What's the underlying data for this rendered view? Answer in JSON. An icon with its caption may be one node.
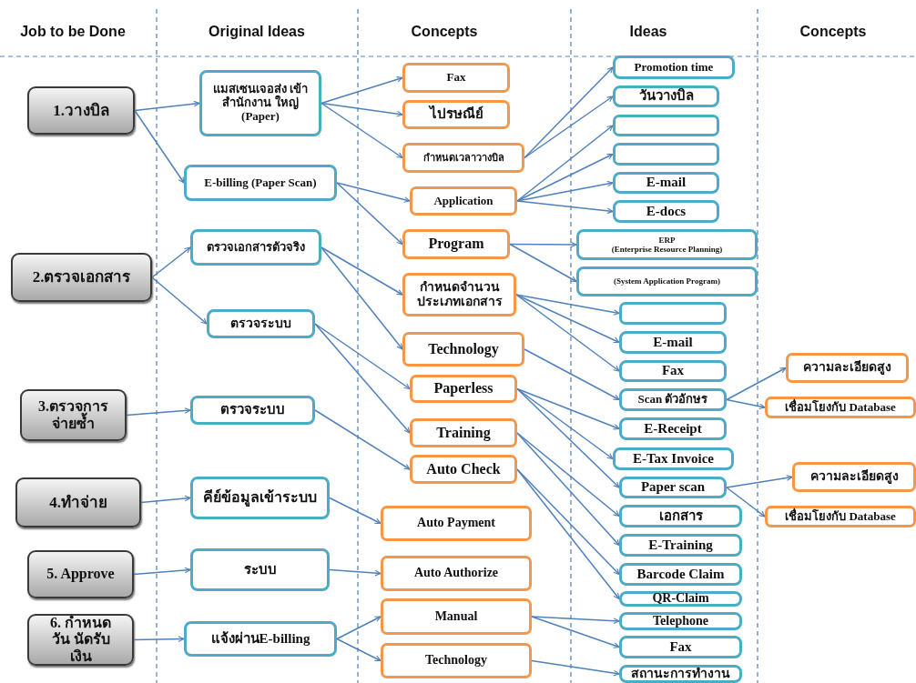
{
  "diagram": {
    "nodes": [
      {
        "text": [
          "1.วางบิล"
        ]
      },
      {
        "text": [
          "2.ตรวจเอกสาร"
        ]
      },
      {
        "text": [
          "3.ตรวจการ จ่ายซ้ำ"
        ]
      },
      {
        "text": [
          "4.ทำจ่าย"
        ]
      },
      {
        "text": [
          "5. Approve"
        ]
      },
      {
        "text": [
          "6. กำหนดวัน นัดรับเงิน"
        ]
      },
      {
        "text": [
          "แมสเซนเจอส่ง เข้าสำนักงาน ใหญ่ (Paper)"
        ]
      },
      {
        "text": [
          "E-billing (Paper Scan)"
        ]
      },
      {
        "text": [
          "ตรวจเอกสารตัวจริง"
        ]
      },
      {
        "text": [
          "ตรวจระบบ"
        ]
      },
      {
        "text": [
          "ตรวจระบบ"
        ]
      },
      {
        "text": [
          "คีย์ข้อมูลเข้าระบบ"
        ]
      },
      {
        "text": [
          "ระบบ"
        ]
      },
      {
        "text": [
          "แจ้งผ่านE-billing"
        ]
      },
      {
        "text": [
          "Fax"
        ]
      },
      {
        "text": [
          "ไปรษณีย์"
        ]
      },
      {
        "text": [
          "กำหนดเวลาวางบิล"
        ]
      },
      {
        "text": [
          "Application"
        ]
      },
      {
        "text": [
          "Program"
        ]
      },
      {
        "text": [
          "กำหนดจำนวน ประเภทเอกสาร"
        ]
      },
      {
        "text": [
          "Technology"
        ]
      },
      {
        "text": [
          "Paperless"
        ]
      },
      {
        "text": [
          "Training"
        ]
      },
      {
        "text": [
          "Auto Check"
        ]
      },
      {
        "text": [
          "Auto Payment"
        ]
      },
      {
        "text": [
          "Auto  Authorize"
        ]
      },
      {
        "text": [
          "Manual"
        ]
      },
      {
        "text": [
          "Technology"
        ]
      },
      {
        "text": [
          "Promotion time"
        ]
      },
      {
        "text": [
          "วันวางบิล"
        ]
      },
      {
        "text": [],
        "shape": "box"
      },
      {
        "text": [],
        "shape": "box"
      },
      {
        "text": [
          "E-mail"
        ]
      },
      {
        "text": [
          "E-docs"
        ]
      },
      {
        "text": [
          "ERP",
          "(Enterprise Resource Planning)"
        ]
      },
      {
        "text": [
          "(System Application Program)"
        ]
      },
      {
        "text": [],
        "shape": "box"
      },
      {
        "text": [
          "E-mail"
        ]
      },
      {
        "text": [
          "Fax"
        ]
      },
      {
        "text": [
          "Scan ตัวอักษร"
        ]
      },
      {
        "text": [
          "E-Receipt"
        ]
      },
      {
        "text": [
          "E-Tax Invoice"
        ]
      },
      {
        "text": [
          "Paper scan"
        ]
      },
      {
        "text": [
          "เอกสาร"
        ]
      },
      {
        "text": [
          "E-Training"
        ]
      },
      {
        "text": [
          "Barcode Claim"
        ]
      },
      {
        "text": [
          "QR-Claim"
        ]
      },
      {
        "text": [
          "Telephone"
        ]
      },
      {
        "text": [
          "Fax"
        ]
      },
      {
        "text": [
          "สถานะการทำงาน"
        ]
      },
      {
        "text": [
          "ความละเอียดสูง"
        ]
      },
      {
        "text": [
          "เชื่อมโยงกับ Database"
        ]
      },
      {
        "text": [
          "ความละเอียดสูง"
        ]
      },
      {
        "text": [
          "เชื่อมโยงกับ Database"
        ]
      }
    ],
    "edges": [
      {
        "from": 0,
        "to": 6,
        "arrow": "to"
      },
      {
        "from": 0,
        "to": 7,
        "arrow": "to"
      },
      {
        "from": 1,
        "to": 8,
        "arrow": "to"
      },
      {
        "from": 1,
        "to": 9,
        "arrow": "to"
      },
      {
        "from": 2,
        "to": 10,
        "arrow": "to"
      },
      {
        "from": 3,
        "to": 11,
        "arrow": "to"
      },
      {
        "from": 4,
        "to": 12,
        "arrow": "to"
      },
      {
        "from": 5,
        "to": 13,
        "arrow": "to"
      },
      {
        "from": 6,
        "to": 14,
        "arrow": "to"
      },
      {
        "from": 6,
        "to": 15,
        "arrow": "to"
      },
      {
        "from": 6,
        "to": 16,
        "arrow": "to"
      },
      {
        "from": 7,
        "to": 17,
        "arrow": "to"
      },
      {
        "from": 7,
        "to": 18,
        "arrow": "to"
      },
      {
        "from": 8,
        "to": 19,
        "arrow": "to"
      },
      {
        "from": 8,
        "to": 20,
        "arrow": "to"
      },
      {
        "from": 9,
        "to": 21,
        "arrow": "to"
      },
      {
        "from": 9,
        "to": 22,
        "arrow": "to"
      },
      {
        "from": 10,
        "to": 23,
        "arrow": "to"
      },
      {
        "from": 11,
        "to": 24,
        "arrow": "to"
      },
      {
        "from": 12,
        "to": 25,
        "arrow": "to"
      },
      {
        "from": 13,
        "to": 26,
        "arrow": "to"
      },
      {
        "from": 13,
        "to": 27,
        "arrow": "to"
      },
      {
        "from": 16,
        "to": 28,
        "arrow": "to"
      },
      {
        "from": 16,
        "to": 29,
        "arrow": "to"
      },
      {
        "from": 17,
        "to": 30,
        "arrow": "to"
      },
      {
        "from": 17,
        "to": 31,
        "arrow": "to"
      },
      {
        "from": 17,
        "to": 32,
        "arrow": "to"
      },
      {
        "from": 17,
        "to": 33,
        "arrow": "to"
      },
      {
        "from": 18,
        "to": 34,
        "arrow": "to"
      },
      {
        "from": 18,
        "to": 35,
        "arrow": "to"
      },
      {
        "from": 19,
        "to": 36,
        "arrow": "to"
      },
      {
        "from": 19,
        "to": 37,
        "arrow": "to"
      },
      {
        "from": 19,
        "to": 38,
        "arrow": "to"
      },
      {
        "from": 20,
        "to": 39,
        "arrow": "to"
      },
      {
        "from": 21,
        "to": 40,
        "arrow": "to"
      },
      {
        "from": 21,
        "to": 41,
        "arrow": "to"
      },
      {
        "from": 21,
        "to": 42,
        "arrow": "to"
      },
      {
        "from": 22,
        "to": 43,
        "arrow": "to"
      },
      {
        "from": 22,
        "to": 44,
        "arrow": "to"
      },
      {
        "from": 23,
        "to": 45,
        "arrow": "to"
      },
      {
        "from": 23,
        "to": 46,
        "arrow": "to"
      },
      {
        "from": 26,
        "to": 47,
        "arrow": "to"
      },
      {
        "from": 26,
        "to": 48,
        "arrow": "to"
      },
      {
        "from": 27,
        "to": 49,
        "arrow": "to"
      },
      {
        "from": 39,
        "to": 50,
        "arrow": "to"
      },
      {
        "from": 39,
        "to": 51,
        "arrow": "to"
      },
      {
        "from": 42,
        "to": 52,
        "arrow": "to"
      },
      {
        "from": 42,
        "to": 53,
        "arrow": "to"
      }
    ],
    "labels": [
      "Job to be Done",
      "Original Ideas",
      "Concepts",
      "Ideas",
      "Concepts"
    ]
  }
}
